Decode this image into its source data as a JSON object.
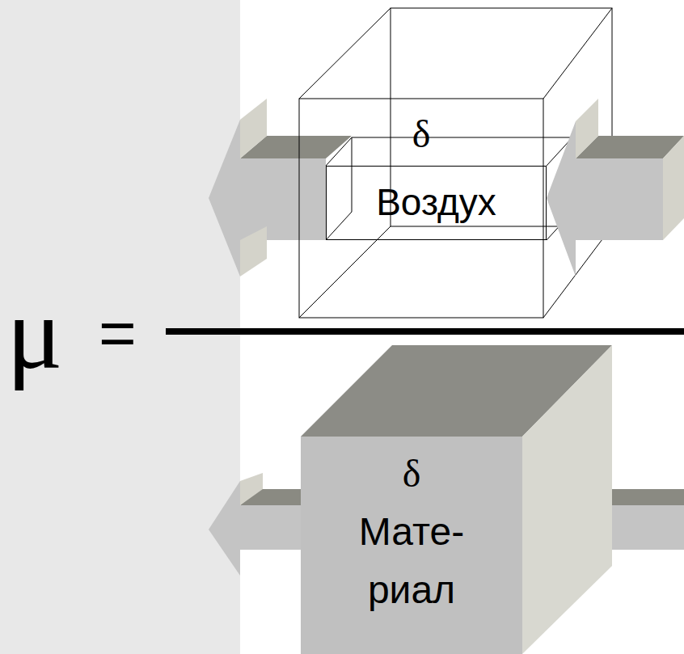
{
  "diagram": {
    "nodes": [
      {
        "text": [
          "δ"
        ]
      },
      {
        "text": [
          "Воздух"
        ],
        "in": 0
      },
      {
        "text": [
          "δ",
          "Мате- риал"
        ]
      }
    ],
    "labels": [
      "μ",
      "="
    ]
  }
}
